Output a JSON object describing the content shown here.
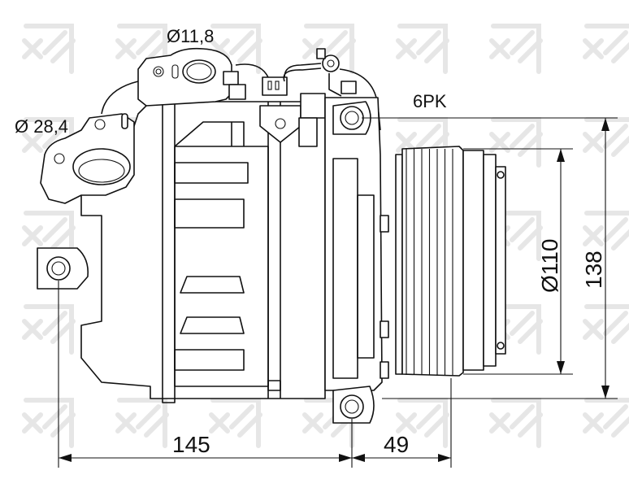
{
  "watermark": "NRF",
  "labels": {
    "suction_port_diameter": "Ø 28,4",
    "discharge_port_diameter": "Ø11,8",
    "belt_type": "6PK",
    "pulley_diameter": "Ø110",
    "height": "138",
    "mount_to_housing": "145",
    "housing_to_pulley": "49"
  },
  "colors": {
    "line": "#111111",
    "watermark": "#e6e6e6"
  }
}
